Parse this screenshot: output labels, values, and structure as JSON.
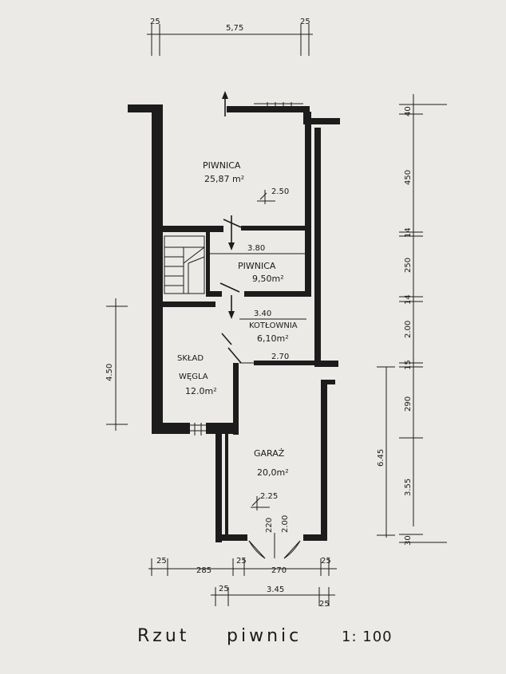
{
  "drawing": {
    "title": "Rzut",
    "title_word2": "piwnic",
    "scale": "1: 100"
  },
  "rooms": [
    {
      "id": "piwnica-1",
      "name": "PIWNICA",
      "area": "25,87 m²",
      "level": "2.50"
    },
    {
      "id": "piwnica-2",
      "name": "PIWNICA",
      "area": "9,50m²"
    },
    {
      "id": "kotlownia",
      "name": "KOTŁOWNIA",
      "area": "6,10m²"
    },
    {
      "id": "sklad",
      "name_line1": "SKŁAD",
      "name_line2": "WĘGLA",
      "area": "12.0m²"
    },
    {
      "id": "garaz",
      "name": "GARAŻ",
      "area": "20,0m²",
      "level": "2.25"
    }
  ],
  "dimensions": {
    "top": [
      "25",
      "5,75",
      "25"
    ],
    "right": [
      "40",
      "450",
      "14",
      "250",
      "14",
      "2.00",
      "15",
      "290",
      "3.55",
      "30"
    ],
    "right_total": "6.45",
    "left": "4.50",
    "bottom_row1": [
      "25",
      "285",
      "25",
      "270",
      "25"
    ],
    "bottom_row2": [
      "25",
      "3.45",
      "25"
    ],
    "interior": [
      "3.80",
      "3.40",
      "2.70"
    ],
    "door_height": [
      "220",
      "2.00"
    ]
  }
}
